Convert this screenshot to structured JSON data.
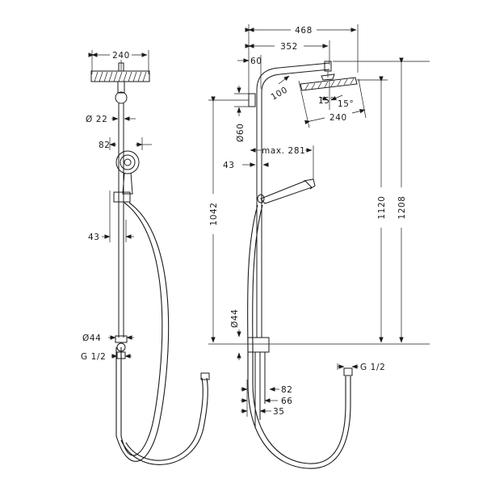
{
  "drawing": {
    "front_view": {
      "head_width": "240",
      "arm_diameter": "Ø 22",
      "hand_shower_width": "82",
      "slider_offset": "43",
      "outlet_diameter": "Ø44",
      "thread": "G 1/2"
    },
    "side_view": {
      "total_projection": "468",
      "arm_projection": "352",
      "bracket_offset": "60",
      "elbow_radius": "100",
      "tilt_left": "15°",
      "tilt_right": "15°",
      "head_width": "240",
      "bracket_diameter": "Ø60",
      "max_reach": "max. 281",
      "wall_offset": "43",
      "height_outlet_to_bracket": "1042",
      "height_outlet_to_head": "1120",
      "height_total": "1208",
      "outlet_diameter": "Ø44",
      "thread": "G 1/2",
      "mixer_offset_82": "82",
      "mixer_offset_66": "66",
      "mixer_offset_35": "35"
    }
  }
}
